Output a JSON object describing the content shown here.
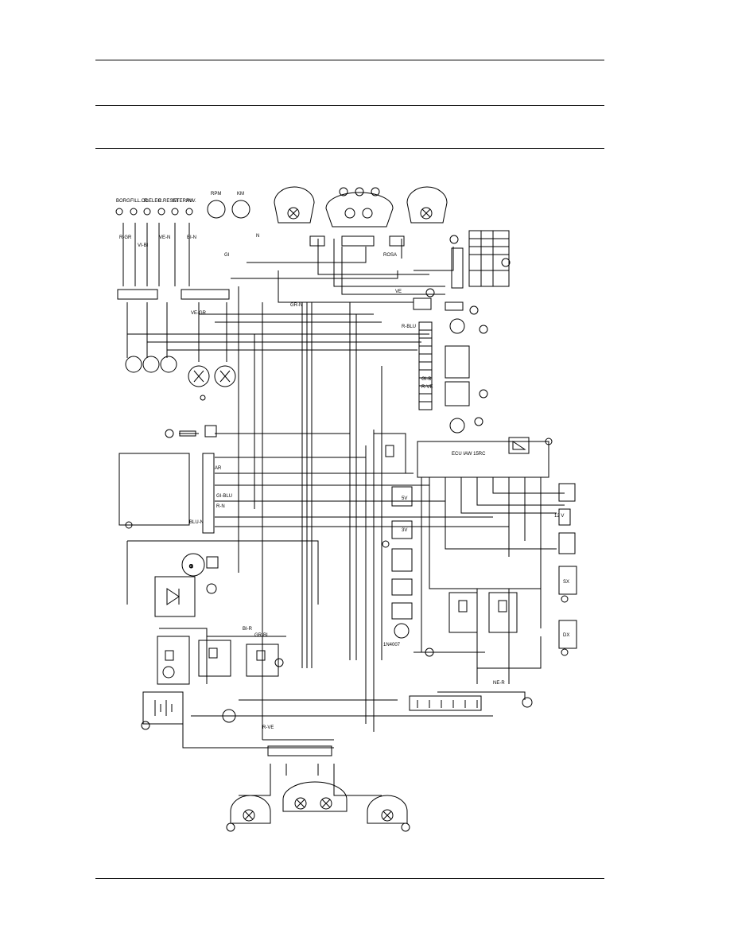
{
  "page": {
    "rules": [
      "top-rule",
      "header-rule",
      "section-rule",
      "footer-rule"
    ]
  },
  "diagram": {
    "ecu_label": "ECU IAW 15RC",
    "diode_label": "1N4007",
    "stalk_labels": [
      "BORG",
      "FILL.CO",
      "R.ELEC",
      "R.RESET",
      "INTERRU",
      "AVV."
    ],
    "instrument_labels": [
      "RPM",
      "KM"
    ],
    "wire_labels": [
      "R-GR",
      "VI-BI",
      "VE-N",
      "BI-N",
      "ROSA",
      "GI",
      "N",
      "VE-GR",
      "GI-BLU",
      "R-N",
      "BLU-N",
      "GR-N",
      "VE",
      "R-BLU",
      "AR",
      "BI-R",
      "GR-BI",
      "R-VE",
      "NE-R"
    ],
    "connector_labels": [
      "GI-BI",
      "R-VE"
    ],
    "voltage_labels": [
      "12 V"
    ],
    "sensor_labels": [
      "5V",
      "3V",
      "SX",
      "DX"
    ]
  }
}
